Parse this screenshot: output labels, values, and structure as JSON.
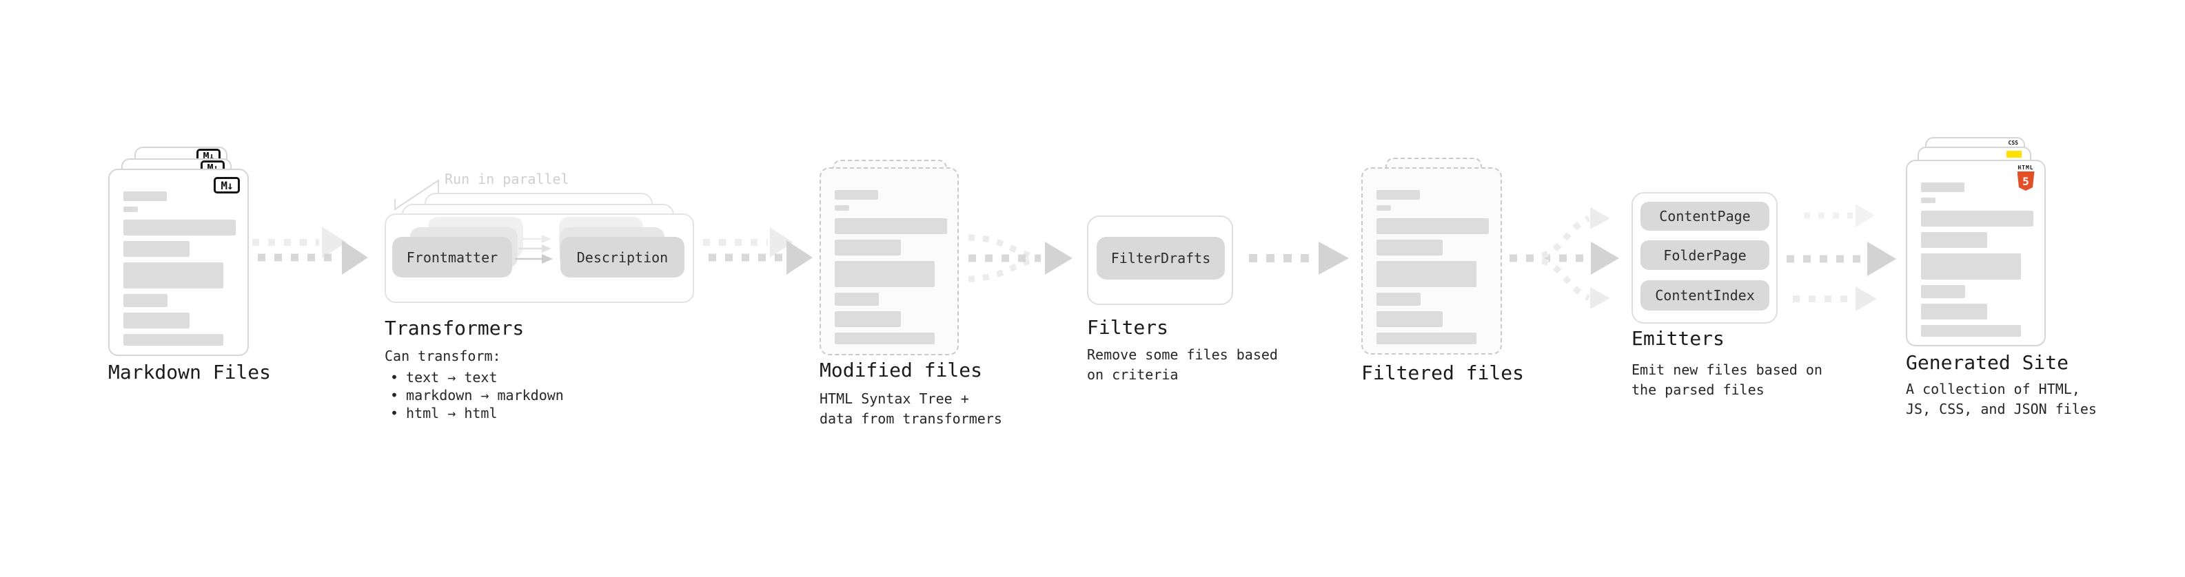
{
  "diagram": {
    "nodes": {
      "markdown_files": {
        "label": "Markdown Files",
        "badge": "M↓",
        "stack_count": 3
      },
      "transformers": {
        "title": "Transformers",
        "annotation": "Run in parallel",
        "source_pill": "Frontmatter",
        "target_pill": "Description",
        "description_heading": "Can transform:",
        "bullet_char": "•",
        "bullets": [
          "text → text",
          "markdown → markdown",
          "html → html"
        ]
      },
      "modified_files": {
        "title": "Modified files",
        "subtitle_line1": "HTML Syntax Tree +",
        "subtitle_line2": "data from transformers"
      },
      "filters": {
        "title": "Filters",
        "pill": "FilterDrafts",
        "subtitle_line1": "Remove some files based",
        "subtitle_line2": "on criteria"
      },
      "filtered_files": {
        "title": "Filtered files"
      },
      "emitters": {
        "title": "Emitters",
        "pills": [
          "ContentPage",
          "FolderPage",
          "ContentIndex"
        ],
        "subtitle_line1": "Emit new files based on",
        "subtitle_line2": "the parsed files"
      },
      "generated_site": {
        "title": "Generated Site",
        "subtitle_line1": "A collection of HTML,",
        "subtitle_line2": "JS, CSS, and JSON files",
        "html5_badge_label": "HTML",
        "html5_badge_numeral": "5",
        "css_badge": "CSS",
        "stack_count": 3
      }
    },
    "colors": {
      "background": "#ffffff",
      "card_border": "#d6d6d6",
      "dashed_border": "#c9c9c9",
      "skeleton_line": "#dcdcdc",
      "pill_fill": "#d9d9d9",
      "pill_text": "#2d2d2d",
      "title_text": "#1b1b1b",
      "subtitle_text": "#262626",
      "faint_text": "#cfcfcf",
      "arrow_gray": "#d6d6d6",
      "arrow_faint": "#ededed",
      "html5_orange": "#e34f26",
      "js_yellow": "#ffdf00",
      "css_blue": "#2965f1",
      "markdown_badge_ink": "#141414"
    }
  }
}
